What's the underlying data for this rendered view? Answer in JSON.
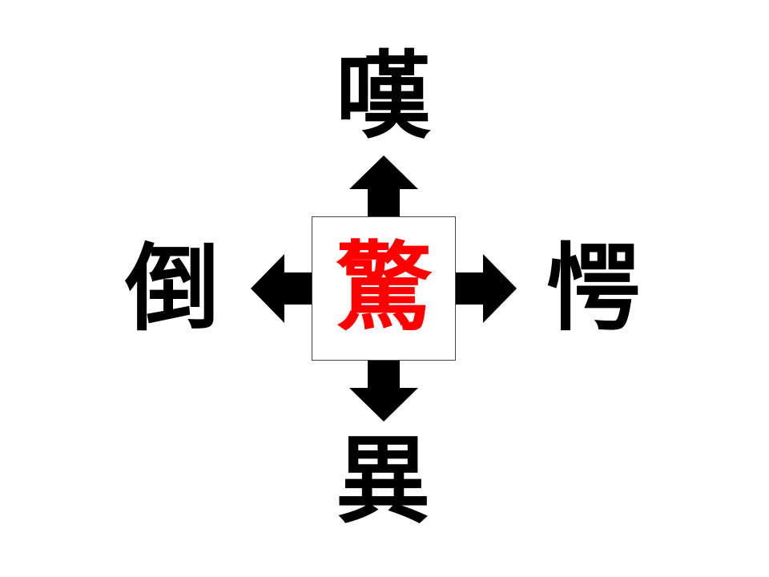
{
  "puzzle": {
    "center": {
      "char": "驚",
      "color": "#ff0000"
    },
    "top": {
      "char": "嘆"
    },
    "right": {
      "char": "愕"
    },
    "bottom": {
      "char": "異"
    },
    "left": {
      "char": "倒"
    },
    "arrow_color": "#000000",
    "text_color": "#000000"
  }
}
